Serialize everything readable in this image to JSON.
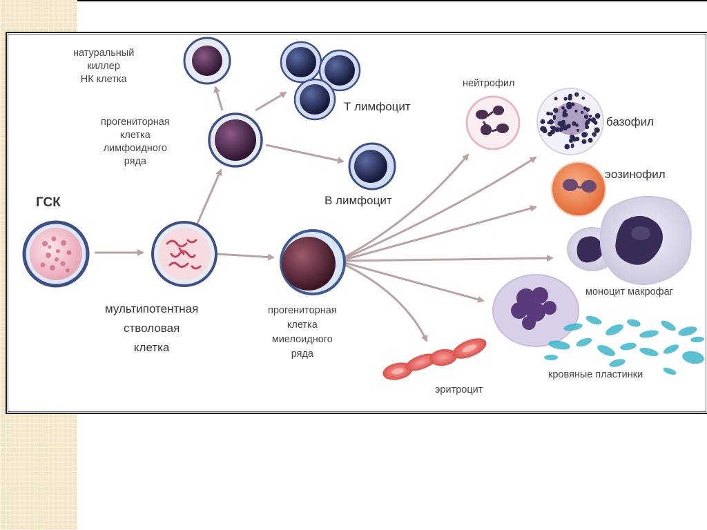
{
  "labels": {
    "nk_cell": [
      "натуральный",
      "киллер",
      "НК клетка"
    ],
    "lymphoid_progenitor": [
      "прогениторная",
      "клетка",
      "лимфоидного",
      "ряда"
    ],
    "t_lymphocyte": "Т лимфоцит",
    "b_lymphocyte": "В лимфоцит",
    "hsc": "ГСК",
    "multipotent_stem_cell": [
      "мультипотентная",
      "стволовая",
      "клетка"
    ],
    "myeloid_progenitor": [
      "прогениторная",
      "клетка",
      "миелоидного",
      "ряда"
    ],
    "neutrophil": "нейтрофил",
    "basophil": "базофил",
    "eosinophil": "эозинофил",
    "monocyte_macrophage": "моноцит макрофаг",
    "platelets": "кровяные пластинки",
    "erythrocyte": "эритроцит"
  },
  "colors": {
    "arrow": "#b9a3a3",
    "hsc_fill": "#f1c5cf",
    "hsc_rim": "#3c4f86",
    "lymphoid_nucleus": "#4b2a4d",
    "lymphocyte_nucleus": "#2a2f5a",
    "myeloid_nucleus": "#5a2a3a",
    "eosinophil_fill": "#ec8a55",
    "erythrocyte_fill": "#e0554e",
    "platelet_fill": "#3cb6c9",
    "basophil_granule": "#2c2a55"
  }
}
